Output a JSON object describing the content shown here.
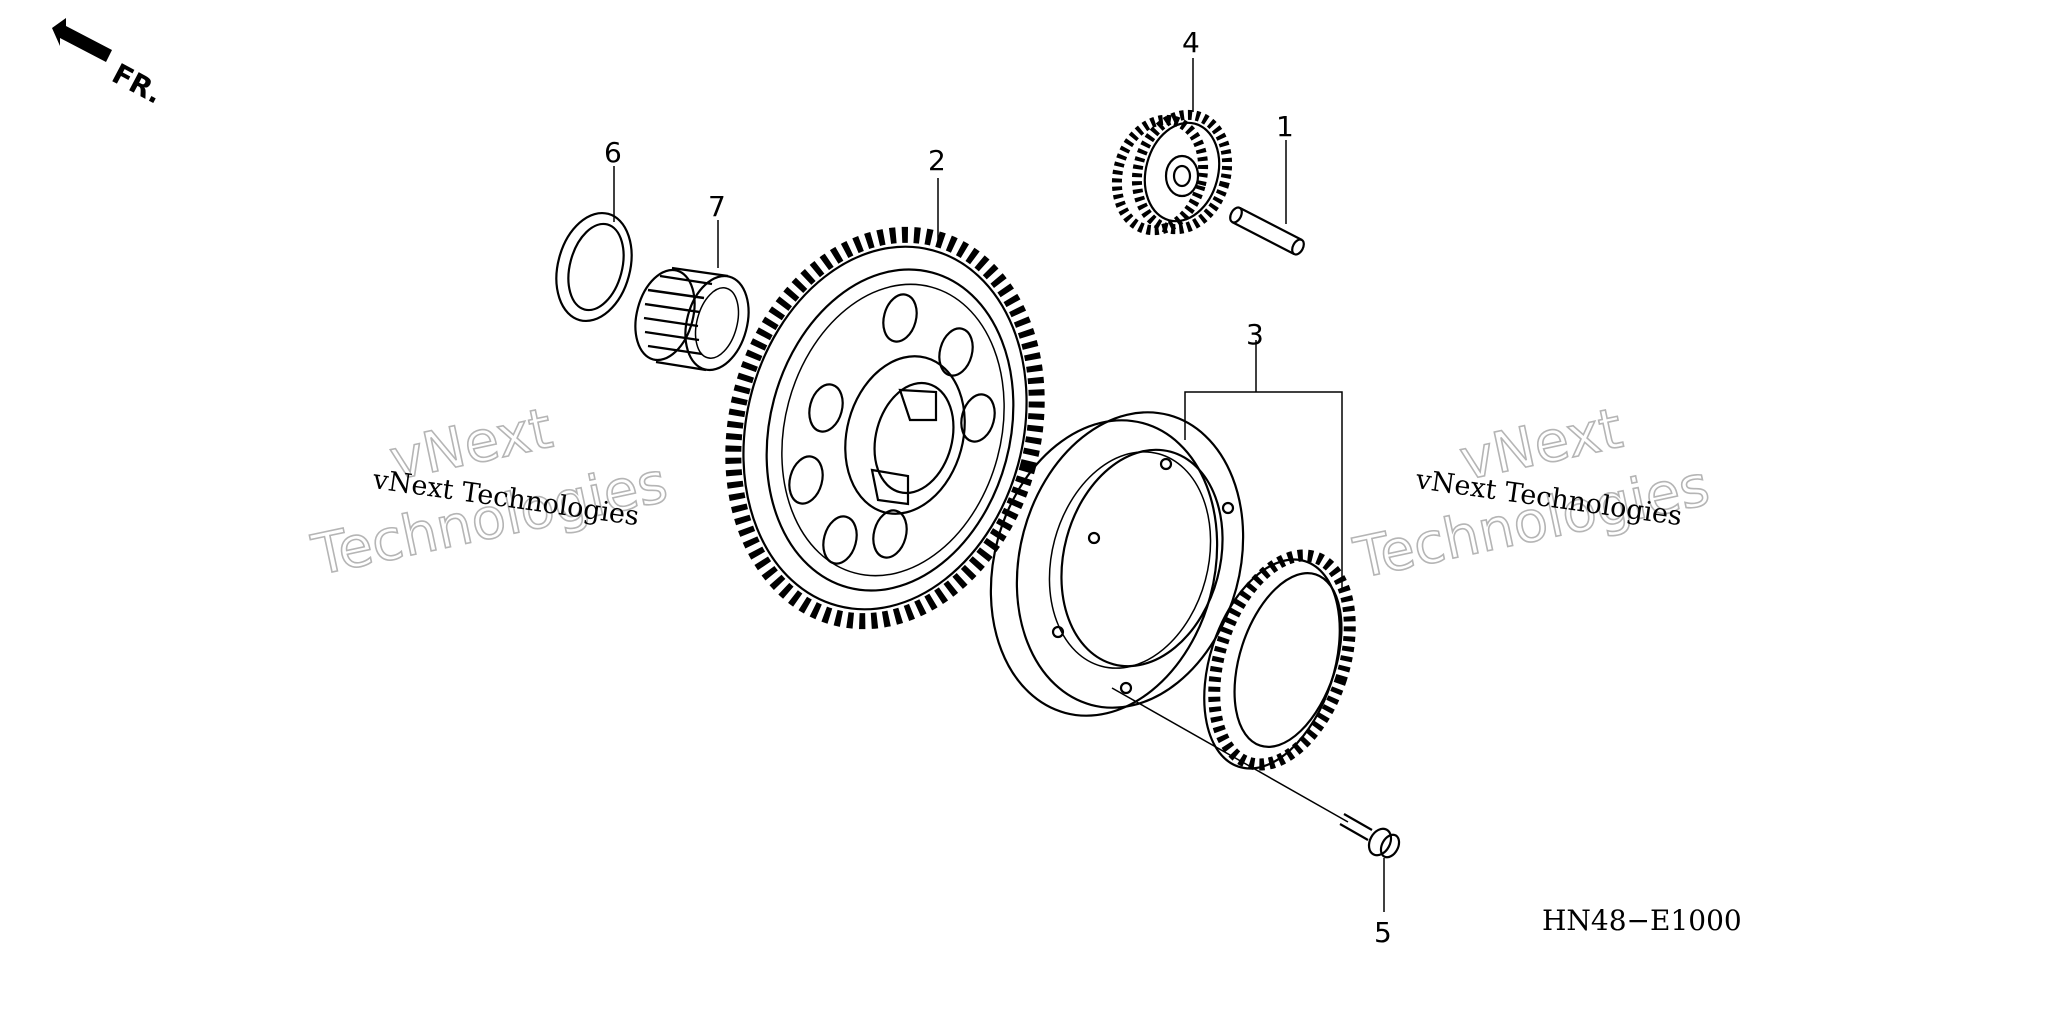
{
  "direction_label": "FR.",
  "callouts": {
    "p1": "1",
    "p2": "2",
    "p3": "3",
    "p4": "4",
    "p5": "5",
    "p6": "6",
    "p7": "7"
  },
  "watermark": {
    "line1": "vNext",
    "line2": "Technologies",
    "caption": "vNext Technologies"
  },
  "diagram_code": "HN48−E1000"
}
